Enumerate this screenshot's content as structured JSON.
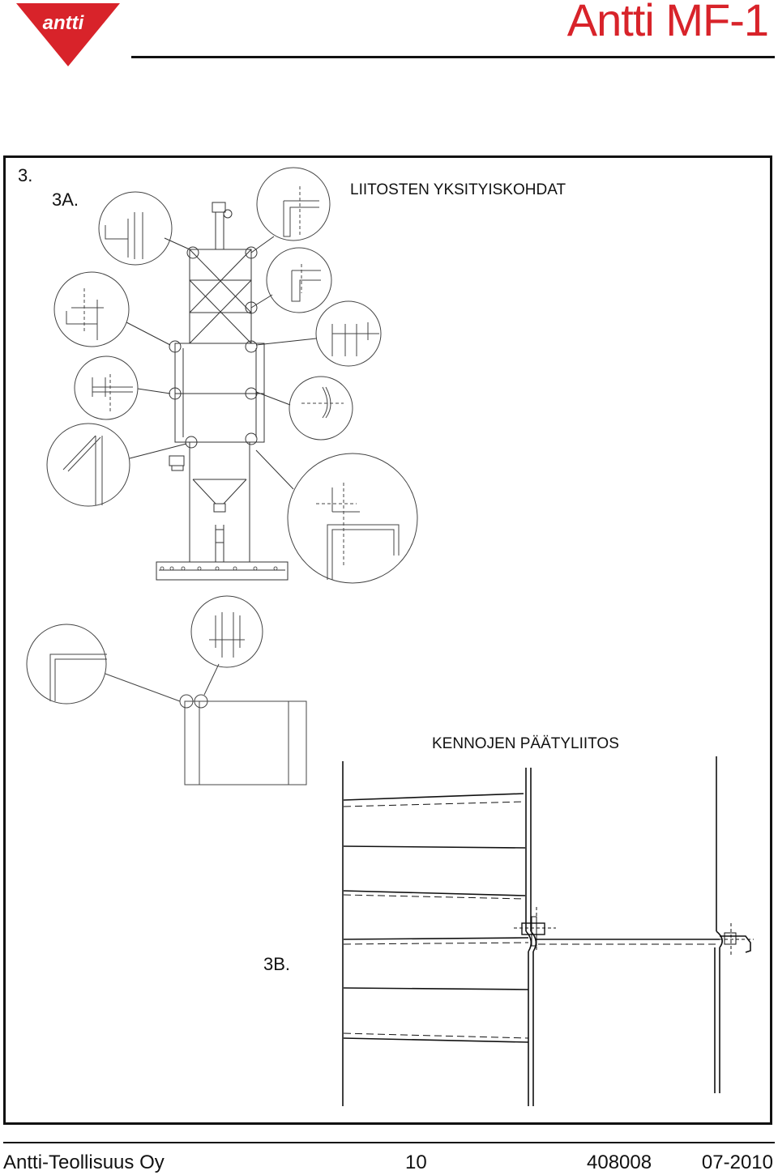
{
  "header": {
    "brand_logo_text": "antti",
    "document_title": "Antti MF-1",
    "brand_color": "#d8232a"
  },
  "section": {
    "number": "3.",
    "detail_a_label": "3A.",
    "detail_a_title": "LIITOSTEN YKSITYISKOHDAT",
    "detail_b_title": "KENNOJEN PÄÄTYLIITOS",
    "detail_b_label": "3B."
  },
  "footer": {
    "company": "Antti-Teollisuus Oy",
    "page_number": "10",
    "document_number": "408008",
    "date": "07-2010"
  }
}
